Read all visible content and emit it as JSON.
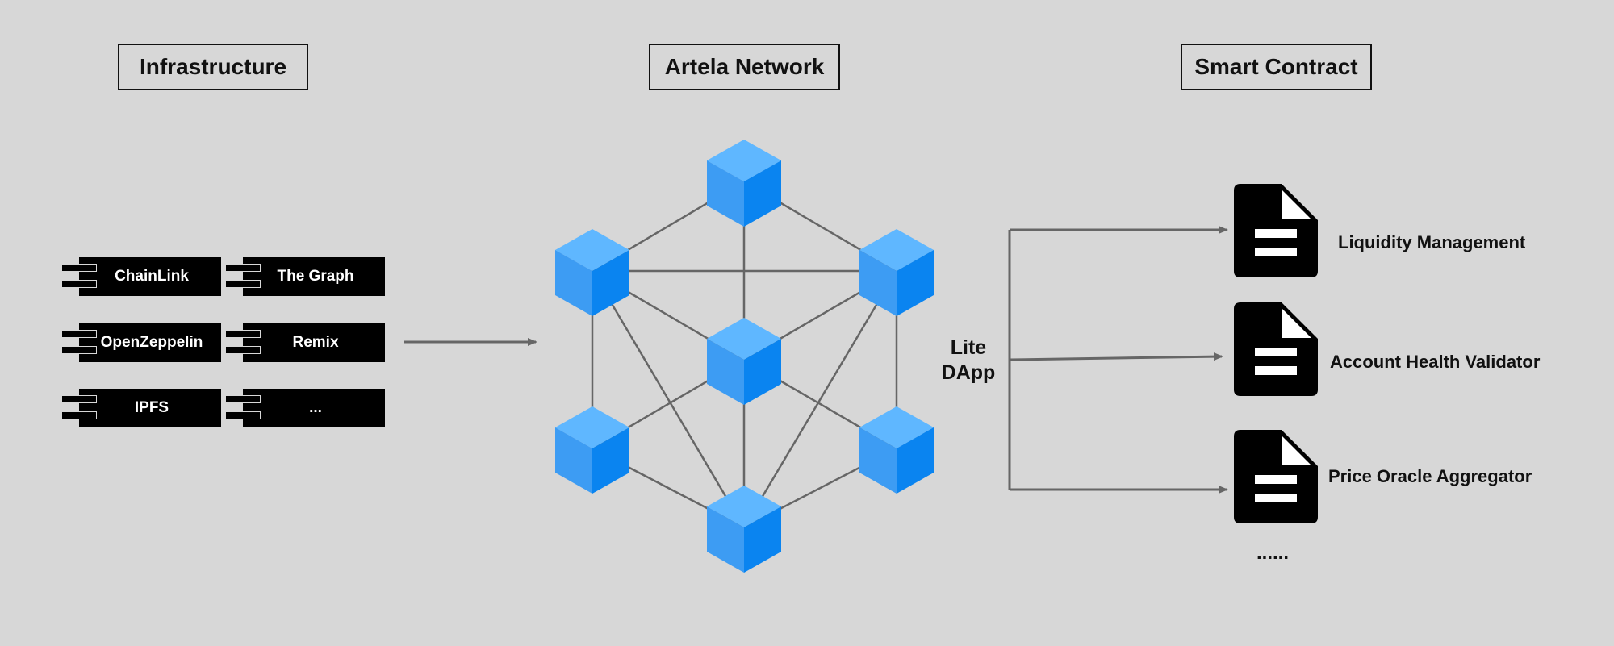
{
  "headers": {
    "infrastructure": "Infrastructure",
    "network": "Artela Network",
    "smart_contract": "Smart Contract"
  },
  "infrastructure_items": [
    "ChainLink",
    "The Graph",
    "OpenZeppelin",
    "Remix",
    "IPFS",
    "..."
  ],
  "lite_dapp": {
    "line1": "Lite",
    "line2": "DApp"
  },
  "contracts": [
    "Liquidity Management",
    "Account Health Validator",
    "Price Oracle Aggregator"
  ],
  "more": "......",
  "colors": {
    "background": "#d7d7d7",
    "cube_top": "#5fb7ff",
    "cube_left": "#3d9cf3",
    "cube_right": "#0a84f0",
    "edge": "#666666",
    "arrow": "#666666",
    "document_icon": "#000000",
    "component": "#000000"
  },
  "icons": {
    "node": "cube-icon",
    "contract": "document-icon",
    "component": "component-icon"
  }
}
